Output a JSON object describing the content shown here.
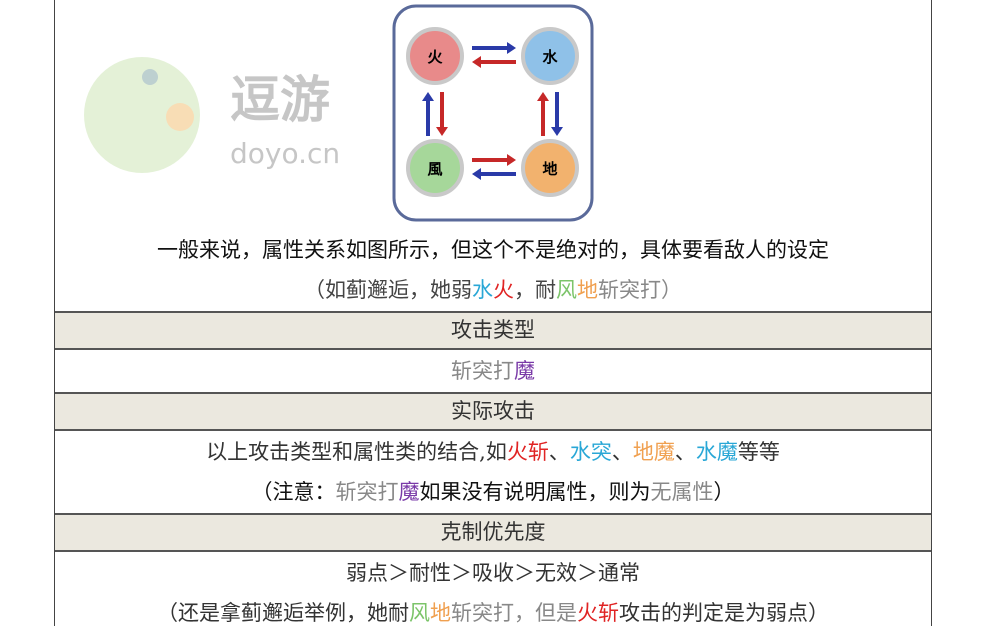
{
  "diagram": {
    "nodes": [
      {
        "label": "火",
        "color": "#e88a8a"
      },
      {
        "label": "水",
        "color": "#8fc1e8"
      },
      {
        "label": "風",
        "color": "#a6d79a"
      },
      {
        "label": "地",
        "color": "#f2b26e"
      }
    ]
  },
  "lines": [
    {
      "segments": [
        {
          "t": "一般来说，属性关系如图所示，但这个不是绝对的，具体要看敌人的设定",
          "c": "#111"
        }
      ]
    },
    {
      "segments": [
        {
          "t": "（如蓟邂逅，她弱",
          "c": "#444"
        },
        {
          "t": "水",
          "c": "#29a7d6"
        },
        {
          "t": "火",
          "c": "#e02424"
        },
        {
          "t": "，耐",
          "c": "#444"
        },
        {
          "t": "风",
          "c": "#7cc46a"
        },
        {
          "t": "地",
          "c": "#f0a050"
        },
        {
          "t": "斩突打）",
          "c": "#888"
        }
      ]
    },
    {
      "header": true,
      "segments": [
        {
          "t": "攻击类型",
          "c": "#333"
        }
      ]
    },
    {
      "segments": [
        {
          "t": "斩突打",
          "c": "#888"
        },
        {
          "t": "魔",
          "c": "#7a3aa8"
        }
      ]
    },
    {
      "header": true,
      "segments": [
        {
          "t": "实际攻击",
          "c": "#333"
        }
      ]
    },
    {
      "segments": [
        {
          "t": "以上攻击类型和属性类的结合,如",
          "c": "#333"
        },
        {
          "t": "火斩",
          "c": "#e02424"
        },
        {
          "t": "、",
          "c": "#333"
        },
        {
          "t": "水突",
          "c": "#29a7d6"
        },
        {
          "t": "、",
          "c": "#333"
        },
        {
          "t": "地魔",
          "c": "#f0a050"
        },
        {
          "t": "、",
          "c": "#333"
        },
        {
          "t": "水魔",
          "c": "#29a7d6"
        },
        {
          "t": "等等",
          "c": "#333"
        }
      ]
    },
    {
      "segments": [
        {
          "t": "（注意：",
          "c": "#111"
        },
        {
          "t": "斩突打",
          "c": "#888"
        },
        {
          "t": "魔",
          "c": "#7a3aa8"
        },
        {
          "t": "如果没有说明属性，则为",
          "c": "#111"
        },
        {
          "t": "无属性",
          "c": "#888"
        },
        {
          "t": "）",
          "c": "#111"
        }
      ]
    },
    {
      "header": true,
      "segments": [
        {
          "t": "克制优先度",
          "c": "#333"
        }
      ]
    },
    {
      "segments": [
        {
          "t": "弱点＞耐性＞吸收＞无效＞通常",
          "c": "#333"
        }
      ]
    },
    {
      "segments": [
        {
          "t": "（还是拿蓟邂逅举例，她耐",
          "c": "#333"
        },
        {
          "t": "风",
          "c": "#7cc46a"
        },
        {
          "t": "地",
          "c": "#f0a050"
        },
        {
          "t": "斩突打，但是",
          "c": "#888"
        },
        {
          "t": "火斩",
          "c": "#e02424"
        },
        {
          "t": "攻击的判定是为弱点）",
          "c": "#333"
        }
      ]
    }
  ],
  "watermark": {
    "text": "逗游",
    "sub": "doyo.cn"
  }
}
